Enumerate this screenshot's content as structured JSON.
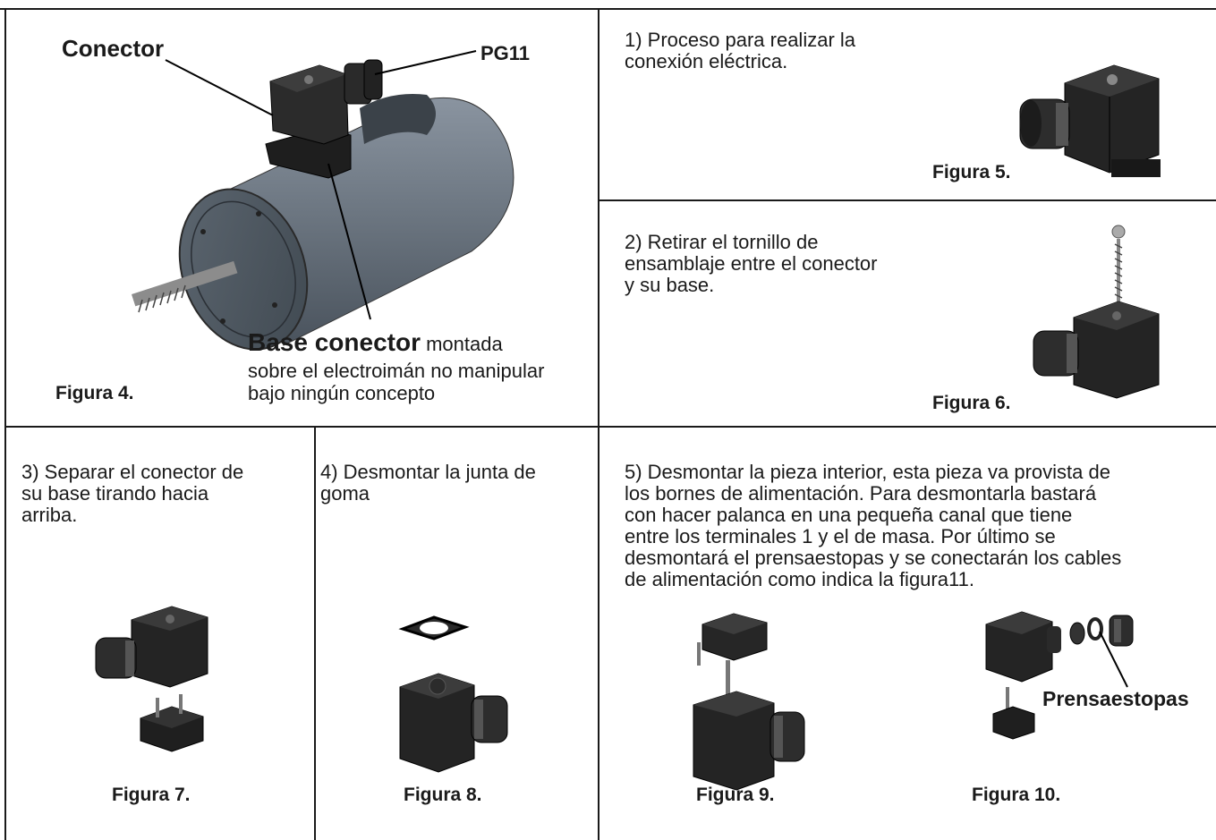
{
  "fig4": {
    "conector_label": "Conector",
    "pg11_label": "PG11",
    "base_bold": "Base conector",
    "base_rest": " montada",
    "base_line2": "sobre el electroimán no manipular",
    "base_line3": "bajo ningún concepto",
    "caption": "Figura 4."
  },
  "step1": {
    "line1": "1) Proceso para realizar la",
    "line2": "conexión eléctrica.",
    "caption": "Figura 5."
  },
  "step2": {
    "line1": "2) Retirar el tornillo de",
    "line2": "ensamblaje entre el conector",
    "line3": "y su base.",
    "caption": "Figura 6."
  },
  "step3": {
    "line1": "3) Separar el conector de",
    "line2": "su base tirando hacia",
    "line3": "arriba.",
    "caption": "Figura 7."
  },
  "step4": {
    "line1": "4) Desmontar la junta de",
    "line2": "goma",
    "caption": "Figura 8."
  },
  "step5": {
    "line1": "5) Desmontar la pieza interior, esta pieza va provista de",
    "line2": "los bornes de alimentación. Para desmontarla bastará",
    "line3": "con hacer palanca en una pequeña canal que tiene",
    "line4": "entre los terminales 1 y el de masa. Por último se",
    "line5": "desmontará el prensaestopas y se conectarán los cables",
    "line6": "de alimentación como indica la figura11.",
    "caption9": "Figura 9.",
    "caption10": "Figura 10.",
    "prensa_label": "Prensaestopas"
  },
  "colors": {
    "border": "#1a1a1a",
    "connector": "#222222",
    "cylinder": "#6d7782"
  }
}
